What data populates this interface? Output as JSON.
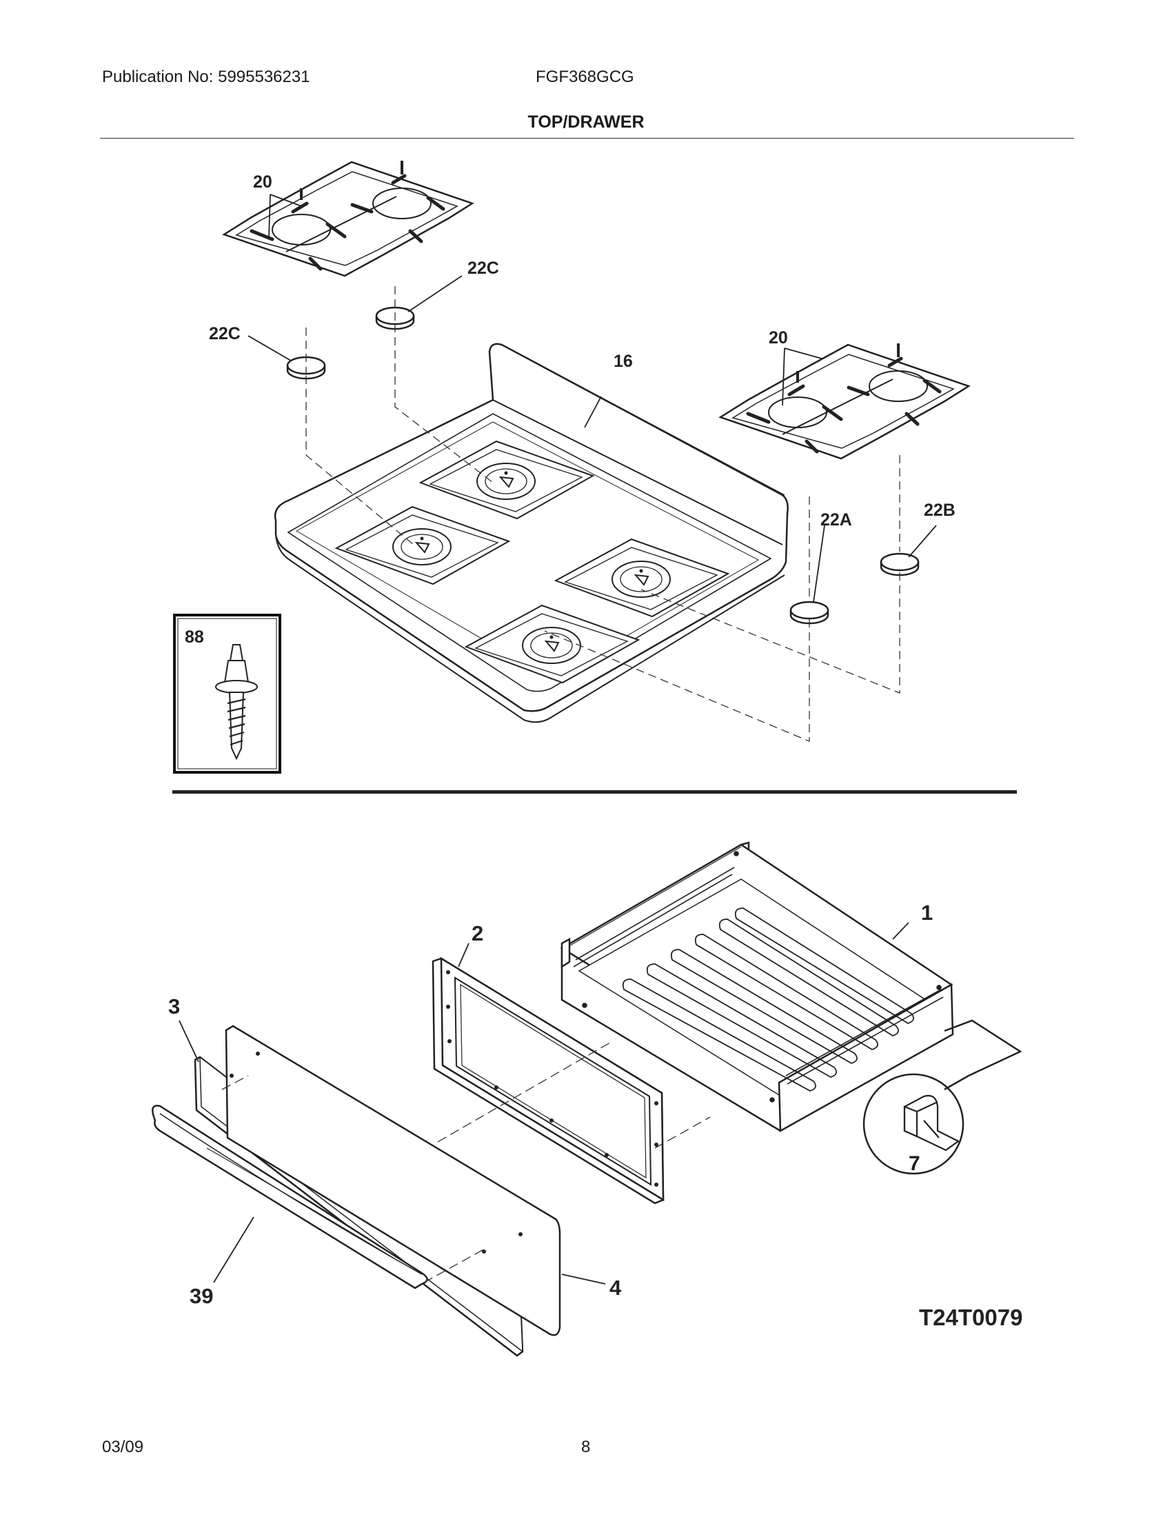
{
  "header": {
    "publication": "Publication No: 5995536231",
    "model": "FGF368GCG",
    "section_title": "TOP/DRAWER"
  },
  "callouts": {
    "grate_left": "20",
    "cap_left_upper": "22C",
    "cap_left_lower": "22C",
    "grate_right": "20",
    "cooktop": "16",
    "cap_right_a": "22A",
    "cap_right_b": "22B",
    "inset_screw": "88",
    "drawer_body": "1",
    "drawer_liner": "2",
    "drawer_panel_inner": "3",
    "drawer_front": "4",
    "clip": "7",
    "handle": "39"
  },
  "diagram_id": "T24T0079",
  "footer": {
    "date": "03/09",
    "page": "8"
  }
}
